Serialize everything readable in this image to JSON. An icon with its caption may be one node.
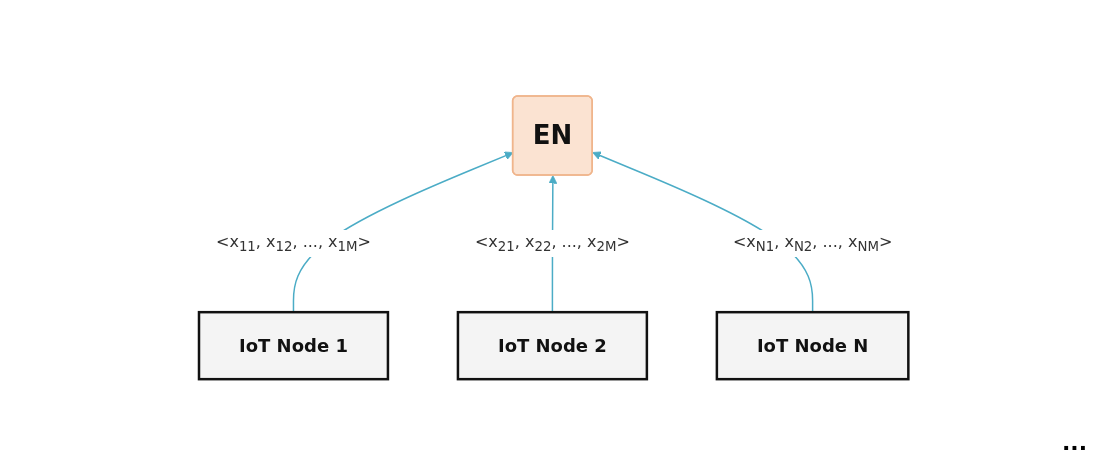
{
  "diagram": {
    "nodes": [
      {
        "text": [
          "EN"
        ]
      },
      {
        "text": [
          "IoT Node 1"
        ]
      },
      {
        "text": [
          "IoT Node 2"
        ]
      },
      {
        "text": [
          "IoT Node N"
        ]
      }
    ],
    "edges": [
      {
        "from": 1,
        "to": 0,
        "arrow": "to",
        "label": "<x$_{11}$, x$_{12}$, ..., x$_{1M}$>"
      },
      {
        "from": 2,
        "to": 0,
        "arrow": "to",
        "label": "<x$_{21}$, x$_{22}$, ..., x$_{2M}$>"
      },
      {
        "from": 3,
        "to": 0,
        "arrow": "to",
        "label": "<x$_{N1}$, x$_{N2}$, ..., x$_{NM}$>"
      }
    ],
    "labels": [
      "..."
    ]
  }
}
